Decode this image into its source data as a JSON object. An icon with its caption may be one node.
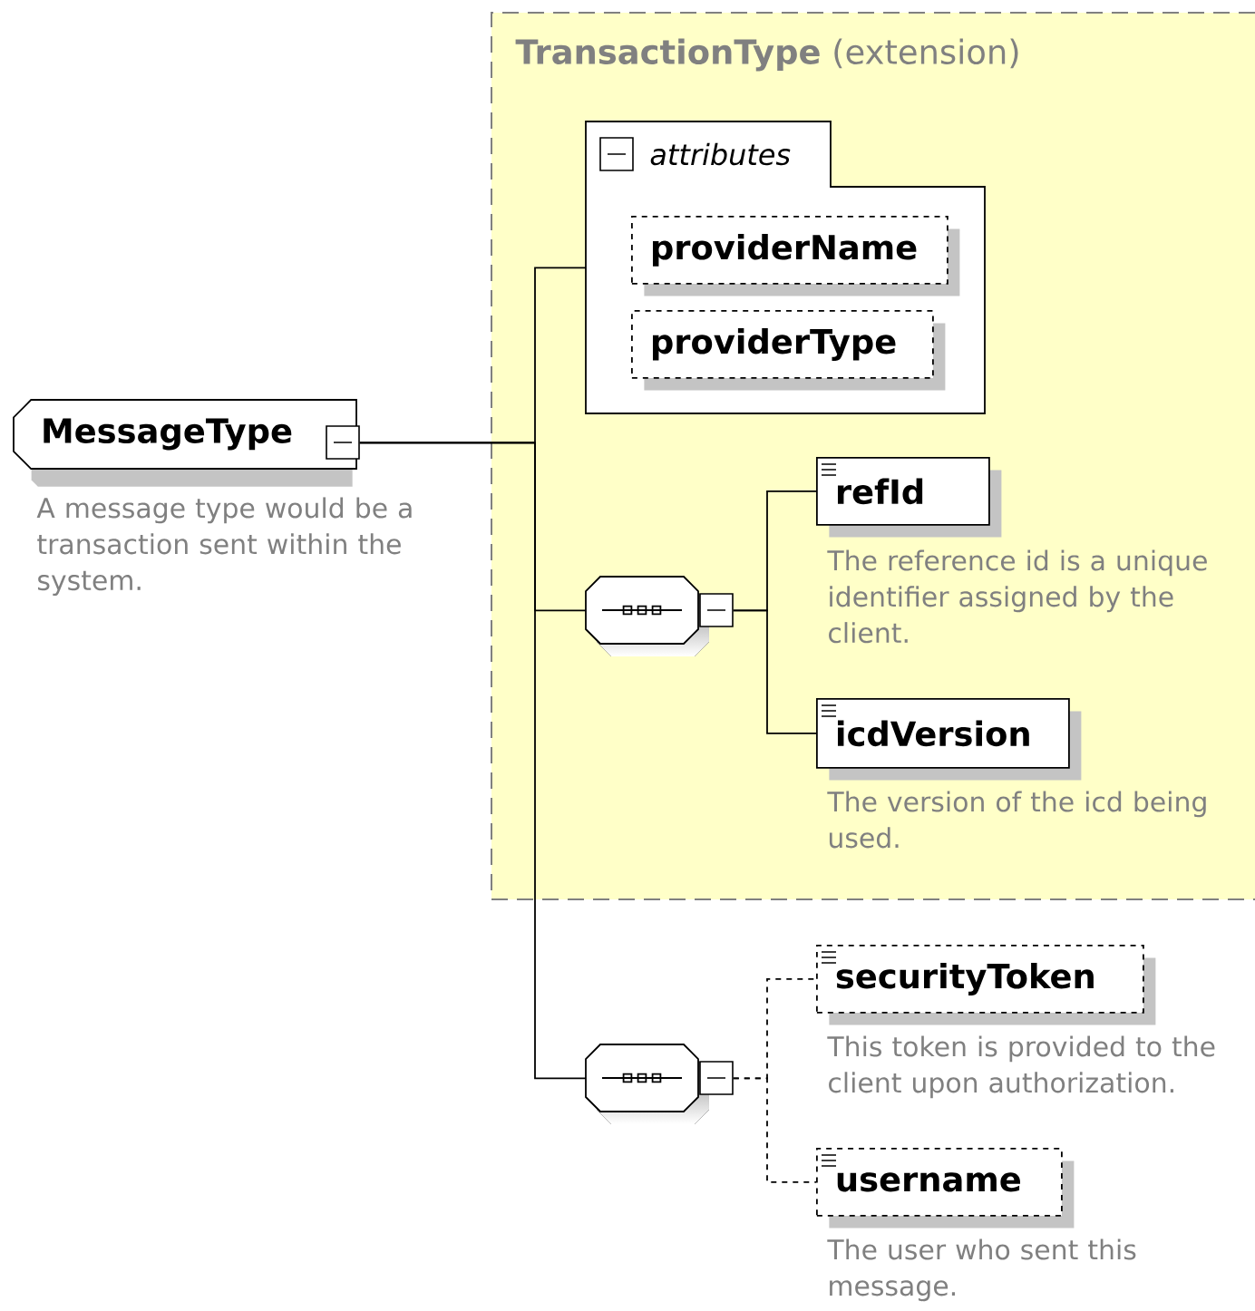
{
  "diagram": {
    "nodes": [
      {
        "text": [
          "MessageType"
        ],
        "beside": [
          "A message type would be a transaction sent within the system."
        ]
      },
      {
        "text": [
          "**TransactionType** (extension)"
        ]
      },
      {
        "text": [
          "attributes"
        ],
        "in": 1
      },
      {
        "text": [
          "providerName"
        ],
        "in": 2
      },
      {
        "text": [
          "providerType"
        ],
        "in": 2
      },
      {
        "text": [],
        "shape": "octagon",
        "in": 1
      },
      {
        "text": [
          "refId"
        ],
        "in": 1,
        "beside": [
          "The reference id is a unique identifier assigned by the client."
        ]
      },
      {
        "text": [
          "icdVersion"
        ],
        "in": 1,
        "beside": [
          "The version of the icd being used."
        ]
      },
      {
        "text": [],
        "shape": "octagon"
      },
      {
        "text": [
          "securityToken"
        ],
        "beside": [
          "This token is provided to the client upon authorization."
        ]
      },
      {
        "text": [
          "username"
        ],
        "beside": [
          "The user who sent this message."
        ]
      }
    ],
    "edges": [
      {
        "from": 0,
        "to": 2,
        "arrow": "none"
      },
      {
        "from": 0,
        "to": 5,
        "arrow": "none"
      },
      {
        "from": 0,
        "to": 8,
        "arrow": "none"
      },
      {
        "from": 5,
        "to": 6,
        "arrow": "none"
      },
      {
        "from": 5,
        "to": 7,
        "arrow": "none"
      },
      {
        "from": 8,
        "to": 9,
        "arrow": "none",
        "style": "dashed"
      },
      {
        "from": 8,
        "to": 10,
        "arrow": "none",
        "style": "dashed"
      }
    ]
  }
}
